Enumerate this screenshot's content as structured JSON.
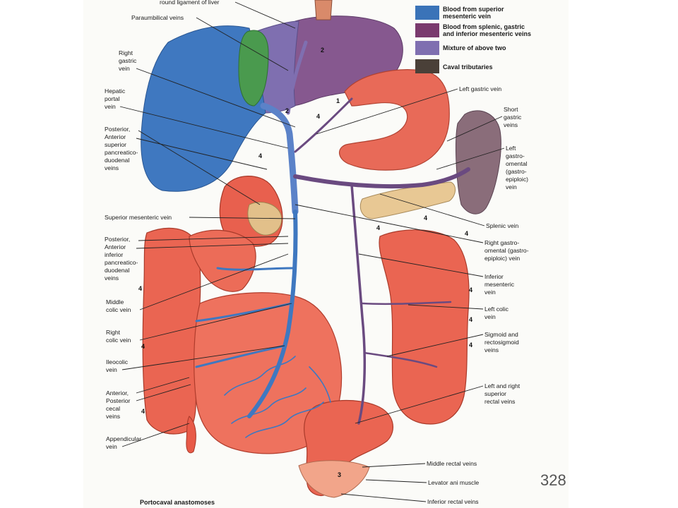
{
  "legend": [
    {
      "line1": "Blood from superior",
      "line2": "mesenteric vein",
      "color": "#3a73b8"
    },
    {
      "line1": "Blood from splenic, gastric",
      "line2": "and inferior mesenteric veins",
      "color": "#7a3a6e"
    },
    {
      "line1": "Mixture of above two",
      "line2": "",
      "color": "#7f6fb0"
    },
    {
      "line1": "Caval tributaries",
      "line2": "",
      "color": "#4a4038"
    }
  ],
  "labels": {
    "round_ligament": "round ligament of liver",
    "paraumbilical": "Paraumbilical veins",
    "right_gastric": [
      "Right",
      "gastric",
      "vein"
    ],
    "hepatic_portal": [
      "Hepatic",
      "portal",
      "vein"
    ],
    "post_ant_sup_pd": [
      "Posterior,",
      "Anterior",
      "superior",
      "pancreatico-",
      "duodenal",
      "veins"
    ],
    "superior_mesenteric": "Superior mesenteric vein",
    "post_ant_inf_pd": [
      "Posterior,",
      "Anterior",
      "inferior",
      "pancreatico-",
      "duodenal",
      "veins"
    ],
    "middle_colic": [
      "Middle",
      "colic vein"
    ],
    "right_colic": [
      "Right",
      "colic vein"
    ],
    "ileocolic": [
      "Ileocolic",
      "vein"
    ],
    "cecal": [
      "Anterior,",
      "Posterior",
      "cecal",
      "veins"
    ],
    "appendicular": [
      "Appendicular",
      "vein"
    ],
    "left_gastric": "Left gastric vein",
    "short_gastric": [
      "Short",
      "gastric",
      "veins"
    ],
    "left_gastro_omental": [
      "Left",
      "gastro-",
      "omental",
      "(gastro-",
      "epiploic)",
      "vein"
    ],
    "splenic": "Splenic vein",
    "right_gastro_omental": [
      "Right gastro-",
      "omental (gastro-",
      "epiploic) vein"
    ],
    "inferior_mesenteric": [
      "Inferior",
      "mesenteric",
      "vein"
    ],
    "left_colic": [
      "Left colic",
      "vein"
    ],
    "sigmoid": [
      "Sigmoid and",
      "rectosigmoid",
      "veins"
    ],
    "superior_rectal": [
      "Left and right",
      "superior",
      "rectal veins"
    ],
    "middle_rectal": "Middle rectal veins",
    "levator_ani": "Levator ani muscle",
    "inferior_rectal": "Inferior rectal veins",
    "caption": "Portocaval anastomoses"
  },
  "numbers": {
    "n1": "1",
    "n2": "2",
    "n3": "3",
    "n4": "4"
  },
  "page_number": "328"
}
